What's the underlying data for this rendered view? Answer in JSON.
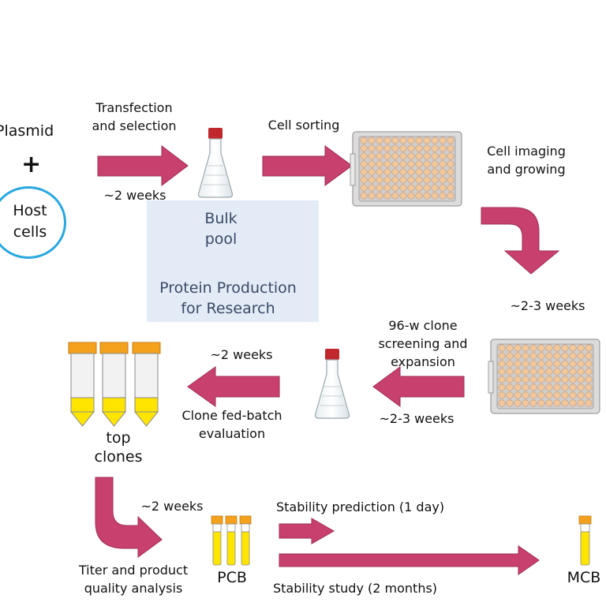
{
  "inputs": {
    "plasmid": "Plasmid",
    "plus": "+",
    "host_line1": "Host",
    "host_line2": "cells"
  },
  "steps": {
    "transfection_line1": "Transfection",
    "transfection_line2": "and selection",
    "transfection_time": "~2 weeks",
    "cell_sorting": "Cell sorting",
    "imaging_line1": "Cell imaging",
    "imaging_line2": "and growing",
    "imaging_time": "~2-3 weeks",
    "screening_line1": "96-w clone",
    "screening_line2": "screening and",
    "screening_line3": "expansion",
    "screening_time": "~2-3 weeks",
    "fedbatch_time": "~2 weeks",
    "fedbatch_line1": "Clone fed-batch",
    "fedbatch_line2": "evaluation",
    "top_clones_line1": "top",
    "top_clones_line2": "clones",
    "titer_time": "~2 weeks",
    "titer_line1": "Titer and product",
    "titer_line2": "quality analysis",
    "pcb": "PCB",
    "stability_prediction": "Stability prediction (1 day)",
    "stability_study": "Stability study (2 months)",
    "mcb": "MCB"
  },
  "bulk_pool": {
    "line1": "Bulk",
    "line2": "pool",
    "line3": "Protein Production",
    "line4": "for Research"
  },
  "colors": {
    "arrow": "#c8416e",
    "arrow_edge": "#9e2c55",
    "host_circle": "#29a8e0",
    "bulk_box": "#e3ebf7",
    "down_arrow": "#3d8fdc",
    "flask_cap": "#c0282d",
    "plate_well": "#f3c79c",
    "tube_cap": "#f4a21e",
    "tube_fill": "#ffe500"
  }
}
